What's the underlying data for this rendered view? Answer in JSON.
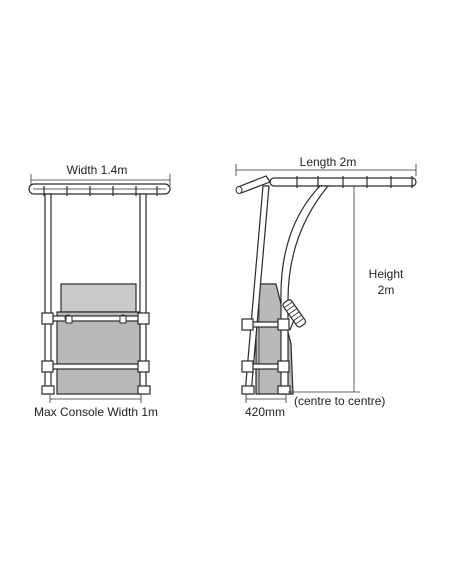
{
  "front_view": {
    "width_label": "Width 1.4m",
    "console_width_label": "Max Console Width 1m"
  },
  "side_view": {
    "length_label": "Length 2m",
    "height_label_line1": "Height",
    "height_label_line2": "2m",
    "base_label": "420mm",
    "centre_note": "(centre to centre)"
  },
  "colors": {
    "stroke": "#2a2a2a",
    "console_fill": "#b9b9b9",
    "console_top_fill": "#c9c9c9",
    "tube_fill": "#ffffff",
    "text": "#222222"
  }
}
